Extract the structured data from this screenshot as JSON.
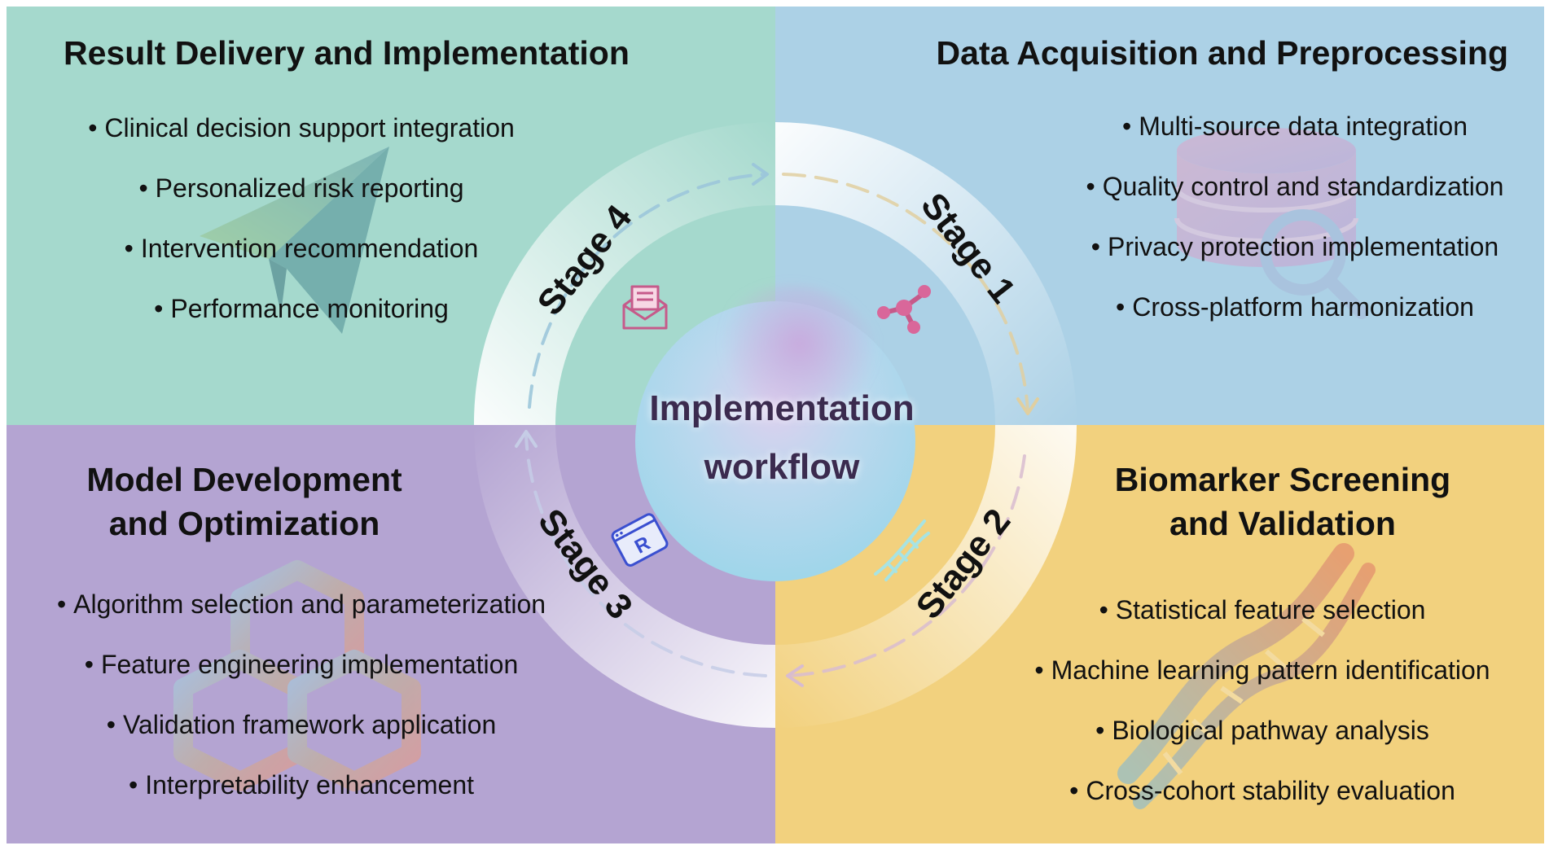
{
  "center": {
    "line1": "Implementation",
    "line2": "workflow"
  },
  "quadrants": {
    "top_left": {
      "title": "Result Delivery and Implementation",
      "items": [
        "Clinical decision support integration",
        "Personalized risk reporting",
        "Intervention recommendation",
        "Performance monitoring"
      ]
    },
    "top_right": {
      "title": "Data Acquisition and Preprocessing",
      "items": [
        "Multi-source data integration",
        "Quality control and standardization",
        "Privacy protection implementation",
        "Cross-platform harmonization"
      ]
    },
    "bottom_left": {
      "title_line1": "Model Development",
      "title_line2": "and Optimization",
      "items": [
        "Algorithm selection and parameterization",
        "Feature engineering implementation",
        "Validation framework application",
        "Interpretability enhancement"
      ]
    },
    "bottom_right": {
      "title_line1": "Biomarker Screening",
      "title_line2": "and Validation",
      "items": [
        "Statistical feature selection",
        "Machine learning pattern identification",
        "Biological pathway analysis",
        "Cross-cohort stability evaluation"
      ]
    }
  },
  "stages": {
    "stage1": "Stage 1",
    "stage2": "Stage 2",
    "stage3": "Stage 3",
    "stage4": "Stage 4"
  },
  "bullet": "•",
  "colors": {
    "top_left": "#a5d9cd",
    "top_right": "#acd1e6",
    "bottom_left": "#b4a4d2",
    "bottom_right": "#f2d17e"
  },
  "icons": [
    "paper-plane-icon",
    "database-search-icon",
    "cubes-icon",
    "dna-icon",
    "mail-icon",
    "network-icon",
    "r-window-icon",
    "dna-small-icon"
  ]
}
